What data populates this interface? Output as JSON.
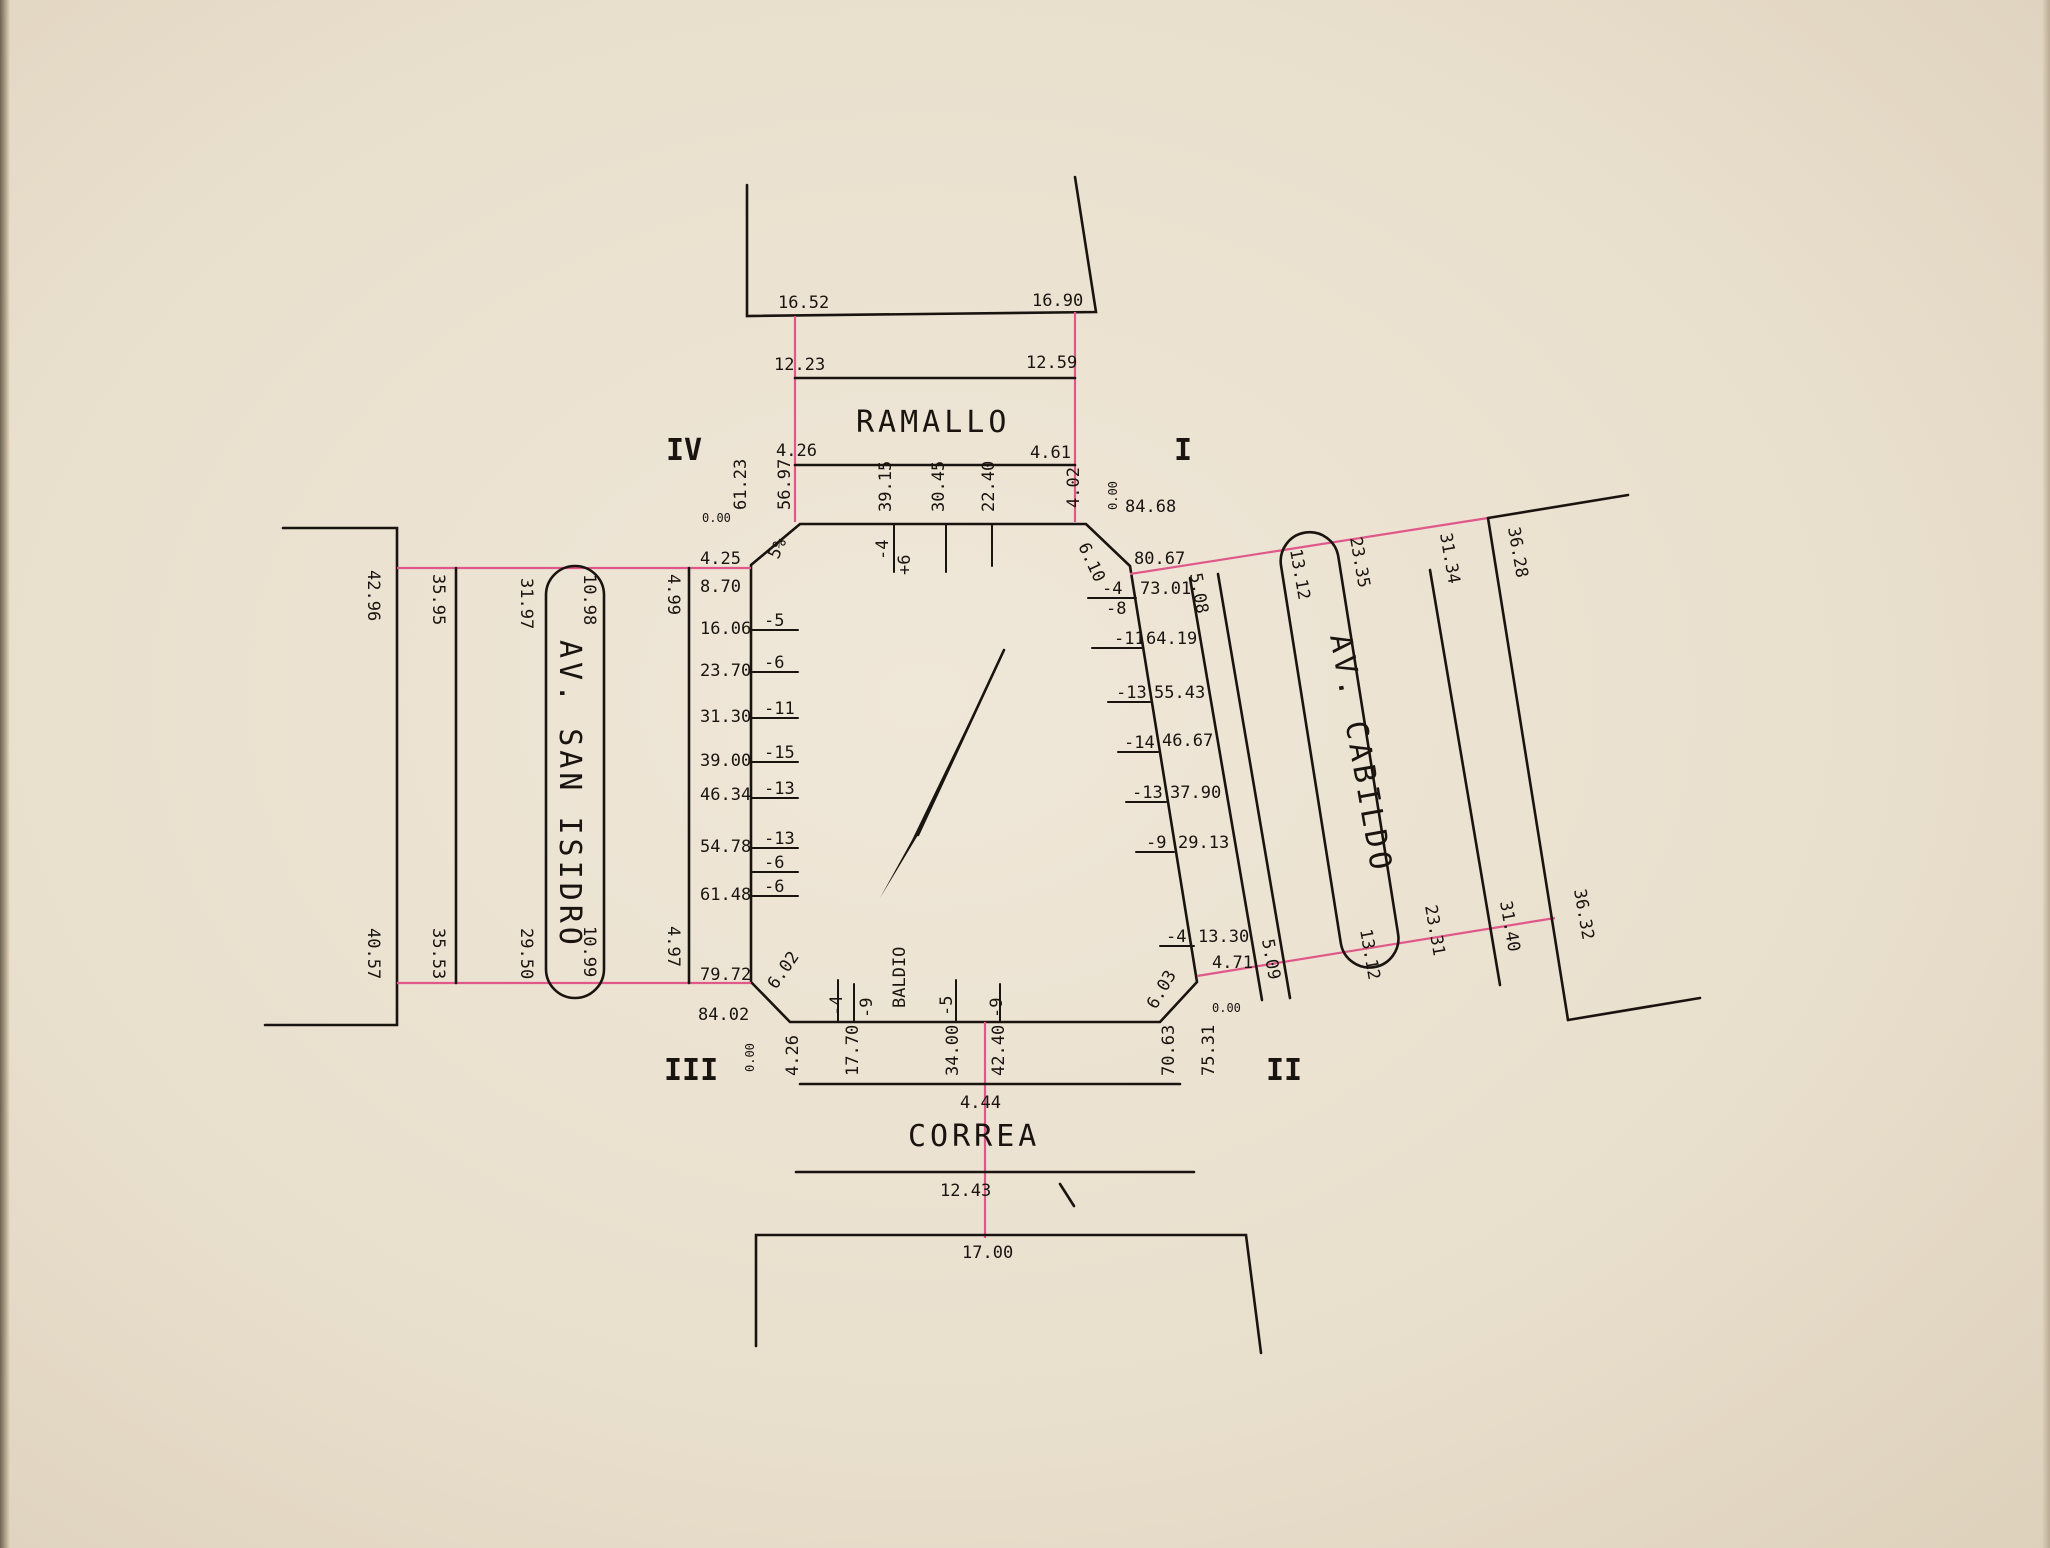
{
  "streets": {
    "north": "RAMALLO",
    "south": "CORREA",
    "west": "AV. SAN ISIDRO",
    "east": "AV. CABILDO"
  },
  "quadrants": {
    "q1": "I",
    "q2": "II",
    "q3": "III",
    "q4": "IV"
  },
  "baldio": "BALDIO",
  "north_dims": {
    "top_left": "16.52",
    "top_right": "16.90",
    "mid_left": "12.23",
    "mid_right": "12.59",
    "low_left": "4.26",
    "low_right": "4.61",
    "v_a": "61.23",
    "v_b": "56.97",
    "v_c": "39.15",
    "v_d": "30.45",
    "v_e": "22.40",
    "v_f": "4.02",
    "zero_left": "0.00",
    "zero_right": "0.00",
    "far_right": "84.68",
    "lvl_a": "-4",
    "lvl_b": "+6",
    "pct": "5%",
    "chamfer_right": "6.10"
  },
  "west_dims": {
    "outer_top": "42.96",
    "outer_bottom": "40.57",
    "mid_top": "35.95",
    "mid_bottom": "35.53",
    "inner_top": "31.97",
    "inner_bottom": "29.50",
    "island_top": "10.98",
    "island_bottom": "10.99",
    "walk_top": "4.99",
    "walk_bottom": "4.97",
    "chain": [
      "4.25",
      "8.70",
      "16.06",
      "23.70",
      "31.30",
      "39.00",
      "46.34",
      "54.78",
      "61.48",
      "79.72",
      "84.02"
    ],
    "levels": [
      "-5",
      "-6",
      "-11",
      "-15",
      "-13",
      "-13",
      "-6",
      "-6"
    ]
  },
  "east_dims": {
    "chain": [
      "80.67",
      "73.01",
      "64.19",
      "55.43",
      "46.67",
      "37.90",
      "29.13",
      "13.30",
      "4.71"
    ],
    "levels": [
      "-4",
      "-8",
      "-11",
      "-13",
      "-14",
      "-13",
      "-9",
      "-4"
    ],
    "walk_top": "5.08",
    "walk_bottom": "5.09",
    "island_top": "13.12",
    "island_bottom": "13.12",
    "inner_top": "23.35",
    "inner_bottom": "23.31",
    "mid_top": "31.34",
    "mid_bottom": "31.40",
    "outer_top": "36.28",
    "outer_bottom": "36.32",
    "chamfer": "6.03",
    "zero": "0.00"
  },
  "south_dims": {
    "chain": [
      "4.26",
      "17.70",
      "34.00",
      "42.40",
      "70.63",
      "75.31"
    ],
    "levels": [
      "-4",
      "-9",
      "-5",
      "-9"
    ],
    "zero": "0.00",
    "walk": "4.44",
    "mid": "12.43",
    "outer": "17.00",
    "chamfer": "6.02"
  }
}
